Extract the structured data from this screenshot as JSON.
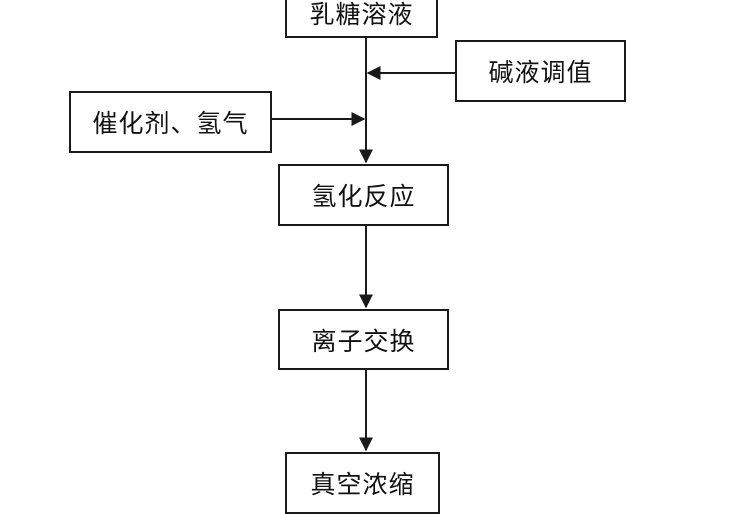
{
  "diagram": {
    "nodes": {
      "lactose_solution": "乳糖溶液",
      "alkali_adjust": "碱液调值",
      "catalyst_hydrogen": "催化剂、氢气",
      "hydrogenation": "氢化反应",
      "ion_exchange": "离子交换",
      "vacuum_concentration": "真空浓缩"
    },
    "edges": [
      {
        "from": "lactose_solution",
        "to": "hydrogenation"
      },
      {
        "from": "alkali_adjust",
        "to": "lactose_solution-hydrogenation-line"
      },
      {
        "from": "catalyst_hydrogen",
        "to": "lactose_solution-hydrogenation-line"
      },
      {
        "from": "hydrogenation",
        "to": "ion_exchange"
      },
      {
        "from": "ion_exchange",
        "to": "vacuum_concentration"
      }
    ],
    "colors": {
      "line": "#1a1a1a",
      "background": "#ffffff"
    }
  }
}
